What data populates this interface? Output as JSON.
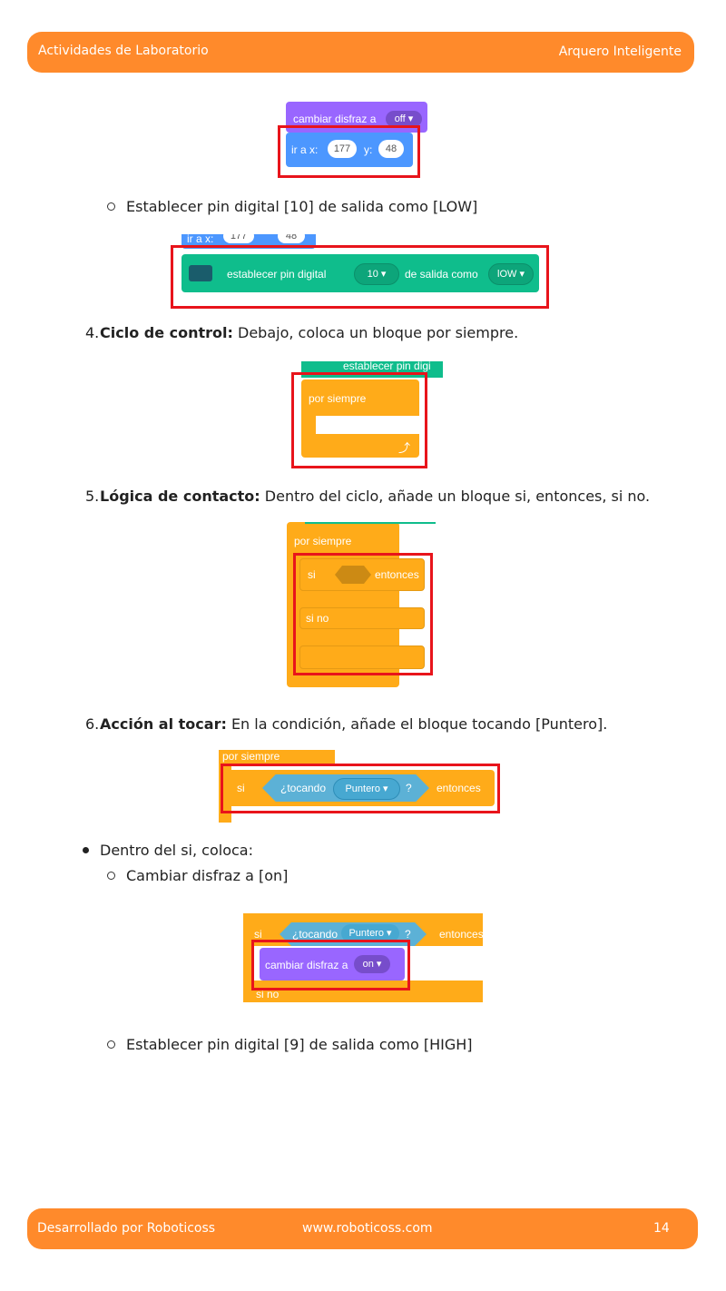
{
  "header": {
    "left": "Actividades de Laboratorio",
    "right": "Arquero Inteligente"
  },
  "footer": {
    "left": "Desarrollado por Roboticoss",
    "center": "www.roboticoss.com",
    "page": "14"
  },
  "content": {
    "sub1": "Establecer pin digital [10] de salida como [LOW]",
    "step4": {
      "num": "4.",
      "bold": "Ciclo de control:",
      "text": " Debajo, coloca un bloque por siempre."
    },
    "step5": {
      "num": "5.",
      "bold": "Lógica de contacto:",
      "text": " Dentro del ciclo, añade un bloque si, entonces, si no."
    },
    "step6": {
      "num": "6.",
      "bold": "Acción al tocar:",
      "text": " En la condición, añade el bloque tocando [Puntero]."
    },
    "bullet1": "Dentro del si, coloca:",
    "sub2": "Cambiar disfraz a [on]",
    "sub3": "Establecer pin digital [9] de salida como [HIGH]"
  },
  "blocks": {
    "fig1": {
      "costume_label": "cambiar disfraz a",
      "costume_value": "off ▾",
      "goto_label": "ir a x:",
      "x_value": "177",
      "y_label": "y:",
      "y_value": "48"
    },
    "fig2": {
      "pin_label": "establecer pin digital",
      "pin_value": "10 ▾",
      "mode_label": "de salida como",
      "mode_value": "lOW ▾",
      "top_x": "177",
      "top_y": "48",
      "top_label": "ir a x:"
    },
    "fig3": {
      "above_label": "establecer pin digi",
      "forever_label": "por siempre"
    },
    "fig4": {
      "forever_label": "por siempre",
      "if_label": "si",
      "then_label": "entonces",
      "else_label": "si no"
    },
    "fig5": {
      "above_label": "por siempre",
      "if_label": "si",
      "touching_label": "¿tocando",
      "touching_value": "Puntero ▾",
      "question": "?",
      "then_label": "entonces"
    },
    "fig6": {
      "if_label": "si",
      "touching_label": "¿tocando",
      "touching_value": "Puntero ▾",
      "question": "?",
      "then_label": "entonces",
      "costume_label": "cambiar disfraz a",
      "costume_value": "on ▾",
      "below_label": "si no"
    }
  },
  "colors": {
    "orange_bar": "#ff8a2b",
    "scratch_purple": "#9966ff",
    "scratch_blue": "#4c97ff",
    "arduino_green": "#0fbd8c",
    "control_orange": "#ffab19",
    "sensing_blue": "#5cb1d6",
    "red_highlight": "#e8141b"
  }
}
